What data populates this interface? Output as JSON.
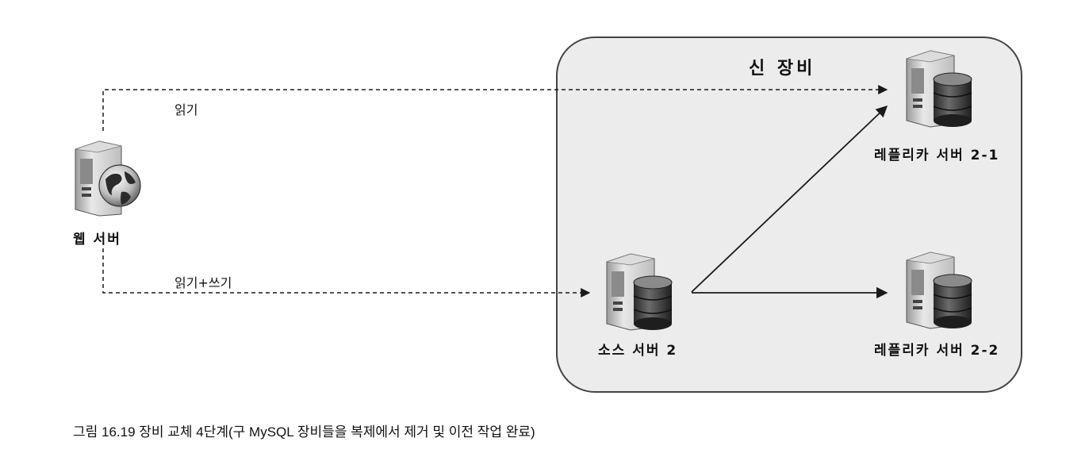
{
  "group": {
    "title": "신 장비"
  },
  "nodes": {
    "web_server": {
      "label": "웹 서버",
      "icon": "web-server-icon"
    },
    "source_server": {
      "label": "소스 서버 2",
      "icon": "database-server-icon"
    },
    "replica_1": {
      "label": "레플리카 서버 2-1",
      "icon": "database-server-icon"
    },
    "replica_2": {
      "label": "레플리카 서버 2-2",
      "icon": "database-server-icon"
    }
  },
  "edges": {
    "read": {
      "label": "읽기",
      "style": "dashed"
    },
    "read_write": {
      "label": "읽기+쓰기",
      "style": "dashed"
    },
    "replicate_1": {
      "label": "",
      "style": "solid"
    },
    "replicate_2": {
      "label": "",
      "style": "solid"
    }
  },
  "caption": "그림 16.19 장비 교체 4단계(구 MySQL 장비들을 복제에서 제거 및 이전 작업 완료)",
  "colors": {
    "group_fill": "#ececec",
    "group_stroke": "#444444",
    "line": "#1a1a1a"
  }
}
